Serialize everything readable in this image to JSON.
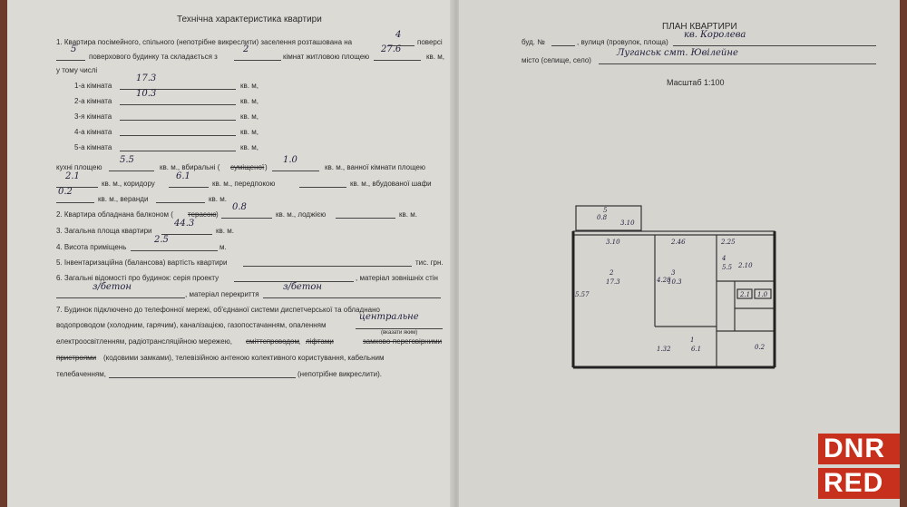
{
  "left": {
    "title": "Технічна характеристика квартири",
    "lines": [
      "1. Квартира посімейного, спільного (непотрібне викреслити) заселення розташована на",
      "поверсі",
      "поверхового будинку та складається з",
      "кімнат житловою площею",
      "кв. м,",
      "у тому числі",
      "1-а кімната",
      "кв. м,",
      "2-а кімната",
      "кв. м,",
      "3-я кімната",
      "кв. м,",
      "4-а кімната",
      "кв. м,",
      "5-а кімната",
      "кв. м,",
      "кухні площею",
      "кв. м., вбиральні (",
      "суміщеної",
      ")",
      "кв. м., ванної кімнати площею",
      "кв. м., коридору",
      "кв. м., передпокою",
      "кв. м., вбудованої шафи",
      "кв. м., веранди",
      "кв. м.",
      "2. Квартира обладнана балконом (",
      "терасою",
      ")",
      "кв. м., лоджією",
      "кв. м.",
      "3. Загальна площа квартири",
      "кв. м.",
      "4. Висота приміщень",
      "м.",
      "5. Інвентаризаційна (балансова) вартість квартири",
      "тис. грн.",
      "6. Загальні відомості про будинок: серія проекту",
      ", матеріал зовнішніх стін",
      ", матеріал перекриття",
      "7. Будинок підключено до телефонної мережі, об'єднаної системи диспетчерської та обладнано",
      "водопроводом (холодним, гарячим), каналізацією, газопостачанням, опаленням",
      "(вказати яким)",
      "електроосвітленням, радіотрансляційною мережею,",
      "сміттєпроводом",
      ",",
      "ліфтами",
      ",",
      "замково-переговірними",
      "пристроями",
      "(кодовими замками), телевізійною антеною колективного користування, кабельним",
      "телебаченням,",
      "(непотрібне викреслити)."
    ],
    "hand": {
      "floor": "4",
      "floors": "5",
      "rooms": "2",
      "living": "27.6",
      "room1": "17.3",
      "room2": "10.3",
      "kitchen": "5.5",
      "wc": "1.0",
      "bath": "2.1",
      "corridor": "6.1",
      "closet": "0.2",
      "balcony": "0.8",
      "total": "44.3",
      "height": "2.5",
      "series": "з/бетон",
      "ceiling": "з/бетон",
      "heating": "центральне"
    }
  },
  "right": {
    "title": "ПЛАН КВАРТИРИ",
    "line1a": "буд. №",
    "line1b": ", вулиця (провулок, площа)",
    "line1hand": "кв. Королева",
    "line2a": "місто (селище, село)",
    "line2hand": "Луганськ смт. Ювілейне",
    "scale": "Масштаб 1:100",
    "plan_labels": {
      "balcony_no": "5",
      "balcony_area": "0.8",
      "balcony_w": "3.10",
      "r2_w": "3.10",
      "r2_no": "2",
      "r2_area": "17.3",
      "r2_len": "5.57",
      "r3_w": "2.46",
      "r3_no": "3",
      "r3_area": "10.3",
      "r3_len": "4.28",
      "r4_w": "2.25",
      "r4_no": "4",
      "r4_area": "5.5",
      "r4_len": "2.10",
      "r1_no": "1",
      "r1_area": "6.1",
      "r1_len": "1.32",
      "bath": "2.1",
      "wc": "1.0",
      "closet": "0.2"
    }
  },
  "logo": {
    "line1": "DNR",
    "line2": "RED",
    "bg": "#c8301e"
  }
}
